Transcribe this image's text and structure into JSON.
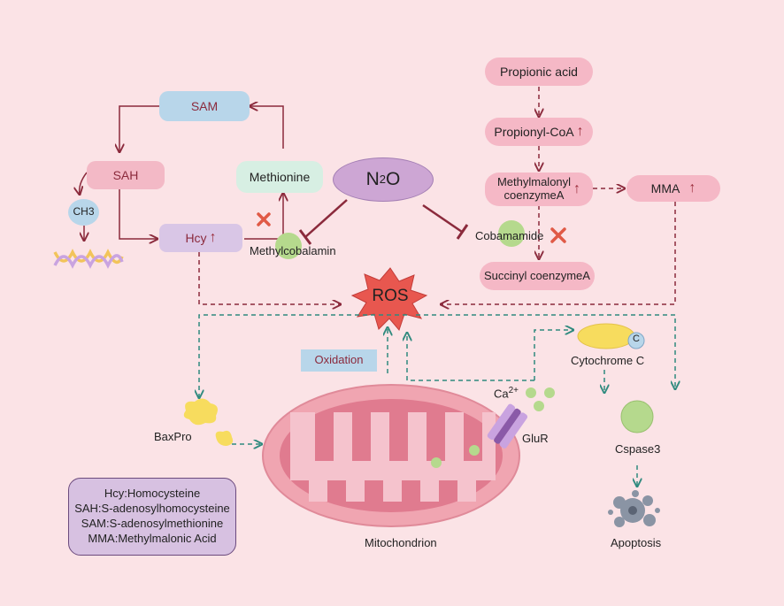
{
  "nodes": {
    "sam": "SAM",
    "sah": "SAH",
    "methionine": "Methionine",
    "ch3": "CH3",
    "hcy": "Hcy",
    "methylcobalamin": "Methylcobalamin",
    "n2o_main": "N",
    "n2o_sub": "2",
    "n2o_tail": "O",
    "propionic_acid": "Propionic acid",
    "propionyl_coa": "Propionyl-CoA",
    "methylmalonyl_line1": "Methylmalonyl",
    "methylmalonyl_line2": "coenzymeA",
    "mma": "MMA",
    "cobamamide": "Cobamamide",
    "succinyl": "Succinyl coenzymeA",
    "ros": "ROS",
    "oxidation": "Oxidation",
    "cytochrome": "Cytochrome C",
    "cytochrome_c_letter": "C",
    "ca_base": "Ca",
    "ca_sup": "2+",
    "gluR": "GluR",
    "baxpro": "BaxPro",
    "cspase3": "Cspase3",
    "mitochondrion": "Mitochondrion",
    "apoptosis": "Apoptosis",
    "up_arrow": "↑"
  },
  "legend": [
    "Hcy:Homocysteine",
    "SAH:S-adenosylhomocysteine",
    "SAM:S-adenosylmethionine",
    "MMA:Methylmalonic Acid"
  ],
  "colors": {
    "background": "#fbe3e6",
    "pathway_arrow": "#8b2a3c",
    "ros_arrow": "#2f8a7e",
    "sam_box": "#b8d6ea",
    "sah_box": "#f3b9c6",
    "methionine_box": "#d7efe3",
    "hcy_box": "#d9c6e6",
    "pink_pill": "#f5b8c6",
    "n2o_ellipse": "#cda6d4",
    "ros_star": "#e8574f",
    "green_dot": "#b5d98d",
    "yellow_blob": "#f7dc5e",
    "mito_outer": "#f0a5b1",
    "mito_inner": "#e07b8f"
  }
}
